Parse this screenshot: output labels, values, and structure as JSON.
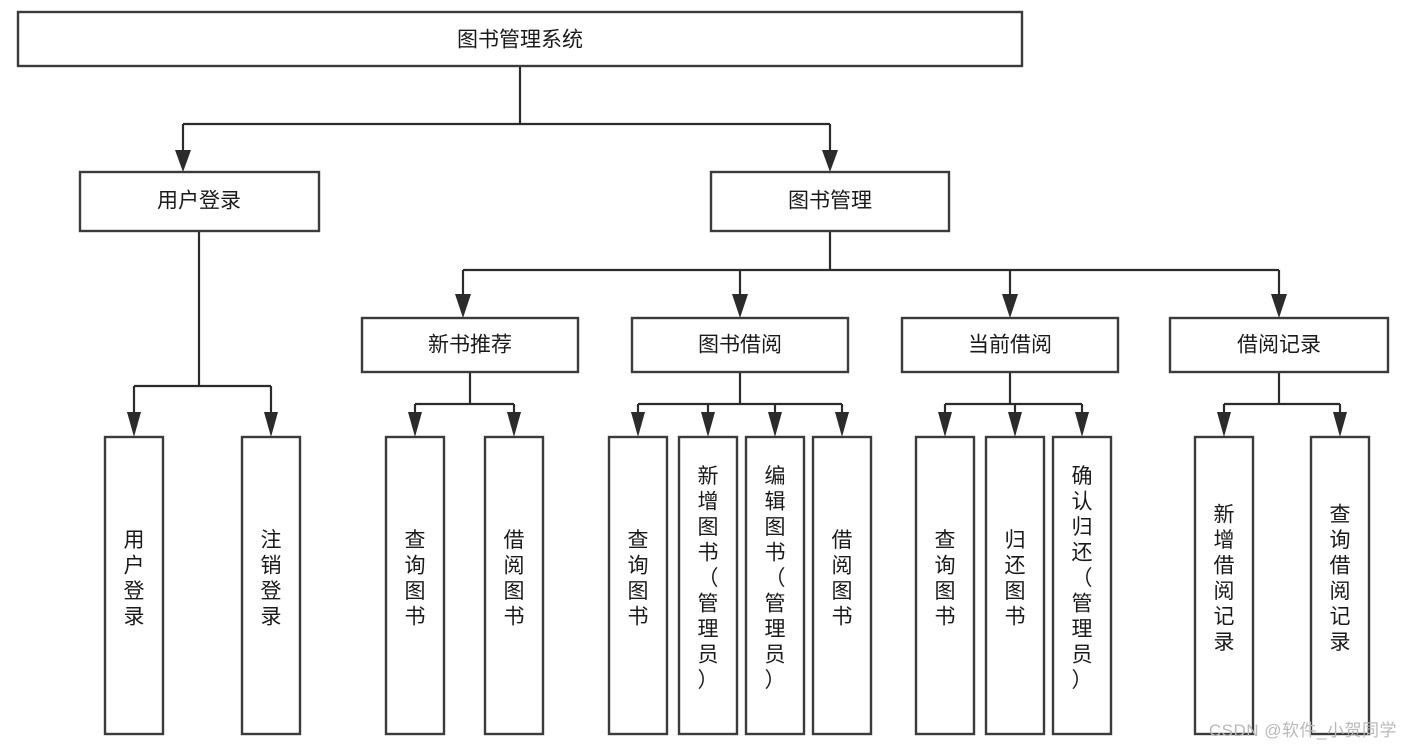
{
  "diagram": {
    "type": "tree",
    "title": "图书管理系统",
    "watermark": "CSDN @软件_小贺同学",
    "colors": {
      "box_stroke": "#3b3b3b",
      "box_fill": "#ffffff",
      "connector": "#2b2b2b",
      "text": "#1a1a1a",
      "watermark": "#b9b9b9",
      "background": "#ffffff"
    },
    "root": {
      "label": "图书管理系统"
    },
    "level2": [
      {
        "label": "用户登录"
      },
      {
        "label": "图书管理"
      }
    ],
    "level3": [
      {
        "label": "新书推荐"
      },
      {
        "label": "图书借阅"
      },
      {
        "label": "当前借阅"
      },
      {
        "label": "借阅记录"
      }
    ],
    "leaves": {
      "user_login": [
        {
          "label": "用户登录"
        },
        {
          "label": "注销登录"
        }
      ],
      "new_book_recommend": [
        {
          "label": "查询图书"
        },
        {
          "label": "借阅图书"
        }
      ],
      "book_borrow": [
        {
          "label": "查询图书"
        },
        {
          "label": "新增图书（管理员）"
        },
        {
          "label": "编辑图书（管理员）"
        },
        {
          "label": "借阅图书"
        }
      ],
      "current_borrow": [
        {
          "label": "查询图书"
        },
        {
          "label": "归还图书"
        },
        {
          "label": "确认归还（管理员）"
        }
      ],
      "borrow_record": [
        {
          "label": "新增借阅记录"
        },
        {
          "label": "查询借阅记录"
        }
      ]
    }
  }
}
